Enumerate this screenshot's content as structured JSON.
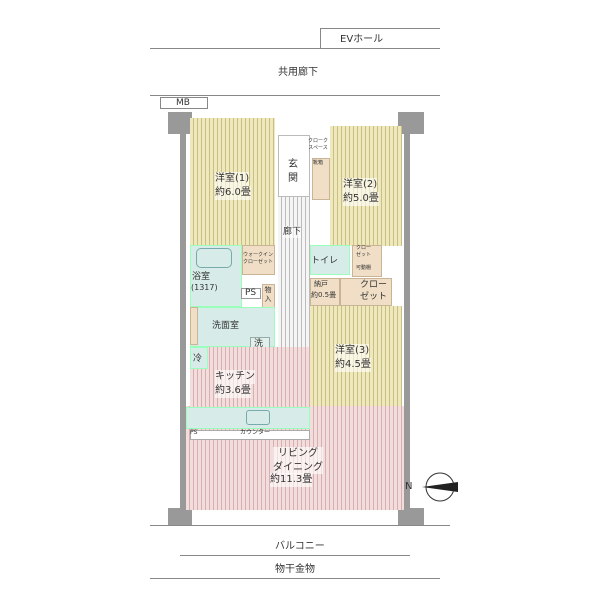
{
  "top": {
    "ev_hall": "EVホール",
    "corridor": "共用廊下",
    "mb": "MB"
  },
  "rooms": {
    "western1": {
      "name": "洋室(1)",
      "size": "約6.0畳"
    },
    "western2": {
      "name": "洋室(2)",
      "size": "約5.0畳"
    },
    "western3": {
      "name": "洋室(3)",
      "size": "約4.5畳"
    },
    "entrance": "玄関",
    "cloak_space": "クローク\nスペース",
    "shoe_box": "靴箱",
    "hallway": "廊下",
    "wic": "ウォークイン\nクローゼット",
    "bath": {
      "name": "浴室",
      "size": "(1317)"
    },
    "ps": "PS",
    "storage": "物入",
    "washroom": "洗面室",
    "washer": "洗",
    "fridge": "冷",
    "toilet": "トイレ",
    "closet_small": "クロー\nゼット",
    "movable_shelf": "可動棚",
    "nando": {
      "name": "納戸",
      "size": "約0.5畳"
    },
    "closet": "クロー\nゼット",
    "kitchen": {
      "name": "キッチン",
      "size": "約3.6畳"
    },
    "counter": "カウンター",
    "ps_small": "PS",
    "ld": {
      "name": "リビング\nダイニング",
      "size": "約11.3畳"
    }
  },
  "bottom": {
    "balcony": "バルコニー",
    "drying_hardware": "物干金物"
  },
  "compass": {
    "label": "N"
  }
}
